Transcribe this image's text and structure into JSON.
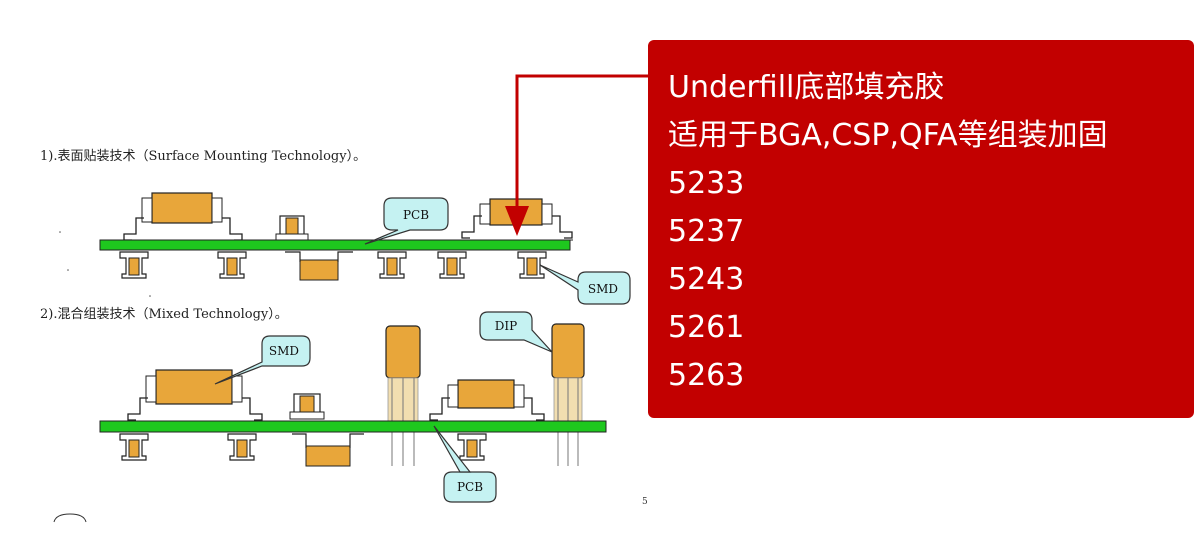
{
  "section1": {
    "heading": "1).表面贴装技术（Surface Mounting Technology）。"
  },
  "section2": {
    "heading": "2).混合组装技术（Mixed Technology）。"
  },
  "callouts": {
    "pcb": "PCB",
    "smd": "SMD",
    "dip": "DIP"
  },
  "info_box": {
    "lines": [
      "Underfill底部填充胶",
      "适用于BGA,CSP,QFA等组装加固",
      "5233",
      "5237",
      "5243",
      "5261",
      "5263"
    ]
  },
  "page_number": "5",
  "colors": {
    "board": "#1ec81e",
    "component": "#e8a63a",
    "callout_fill": "#c5f2f2",
    "callout_border": "#333333",
    "info_box": "#c20000",
    "arrow": "#c20000",
    "lead": "#f2deb0"
  }
}
